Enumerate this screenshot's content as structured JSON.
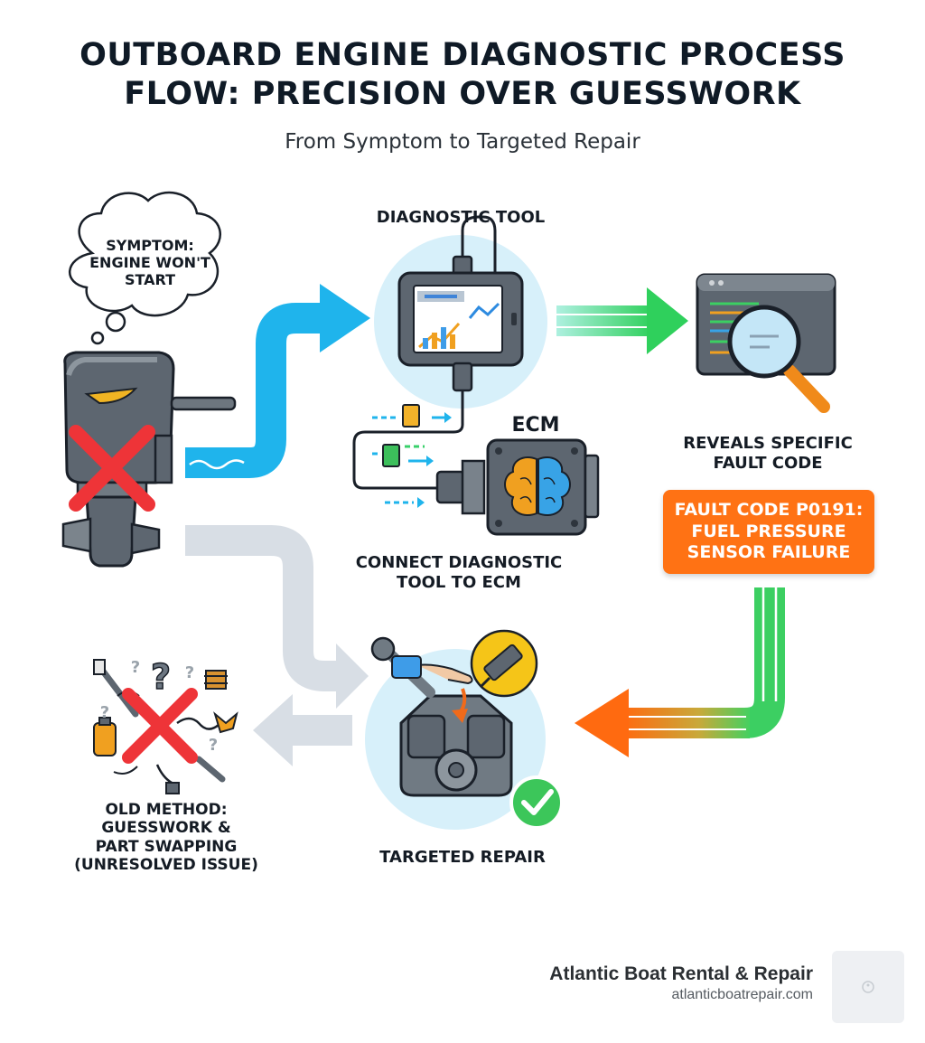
{
  "title": "OUTBOARD ENGINE DIAGNOSTIC PROCESS FLOW: PRECISION OVER GUESSWORK",
  "subtitle": "From Symptom to Targeted Repair",
  "nodes": {
    "symptom": "SYMPTOM:\nENGINE WON'T\nSTART",
    "diagnostic_tool": "DIAGNOSTIC TOOL",
    "ecm": "ECM",
    "connect": "CONNECT DIAGNOSTIC\nTOOL TO ECM",
    "reveals": "REVEALS SPECIFIC\nFAULT CODE",
    "fault_code": "FAULT CODE P0191:\nFUEL PRESSURE\nSENSOR FAILURE",
    "targeted_repair": "TARGETED REPAIR",
    "old_method": "OLD METHOD:\nGUESSWORK &\nPART SWAPPING\n(UNRESOLVED ISSUE)"
  },
  "branding": {
    "name": "Atlantic Boat Rental & Repair",
    "url": "atlanticboatrepair.com"
  },
  "colors": {
    "blue_arrow": "#1fb4ec",
    "green_arrow": "#38d06a",
    "orange": "#ff7214",
    "grey_arrow": "#d5dce3",
    "red_cross": "#ee3438",
    "circle_fill": "#d7f0fa"
  },
  "icons": [
    "thought-bubble-icon",
    "outboard-motor-icon",
    "red-x-icon",
    "tablet-icon",
    "ecm-chip-icon",
    "brain-icon",
    "document-icon",
    "magnifier-screen-icon",
    "engine-block-icon",
    "wrench-icon",
    "sensor-icon",
    "checkmark-icon",
    "spare-parts-icon",
    "question-mark-icon"
  ]
}
